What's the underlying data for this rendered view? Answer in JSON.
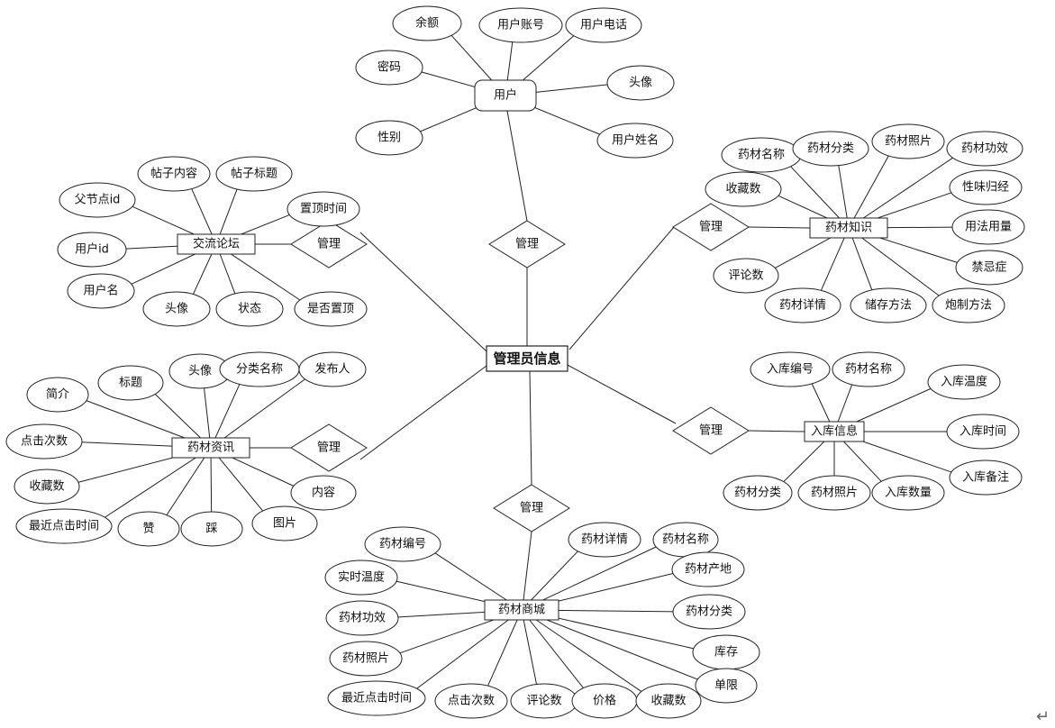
{
  "diagram": {
    "center": {
      "id": "admin",
      "label": "管理员信息"
    },
    "relationships": [
      {
        "id": "rel_user",
        "label": "管理"
      },
      {
        "id": "rel_forum",
        "label": "管理"
      },
      {
        "id": "rel_knowledge",
        "label": "管理"
      },
      {
        "id": "rel_news",
        "label": "管理"
      },
      {
        "id": "rel_stock",
        "label": "管理"
      },
      {
        "id": "rel_mall",
        "label": "管理"
      }
    ],
    "entities": [
      {
        "id": "user",
        "label": "用户",
        "rounded": true,
        "attributes": [
          "余额",
          "用户账号",
          "用户电话",
          "密码",
          "头像",
          "性别",
          "用户姓名"
        ]
      },
      {
        "id": "forum",
        "label": "交流论坛",
        "attributes": [
          "帖子内容",
          "帖子标题",
          "父节点id",
          "置顶时间",
          "用户id",
          "用户名",
          "头像",
          "状态",
          "是否置顶"
        ]
      },
      {
        "id": "knowledge",
        "label": "药材知识",
        "attributes": [
          "药材名称",
          "药材分类",
          "药材照片",
          "药材功效",
          "收藏数",
          "性味归经",
          "用法用量",
          "禁忌症",
          "评论数",
          "药材详情",
          "储存方法",
          "炮制方法"
        ]
      },
      {
        "id": "news",
        "label": "药材资讯",
        "attributes": [
          "简介",
          "标题",
          "头像",
          "分类名称",
          "发布人",
          "点击次数",
          "收藏数",
          "内容",
          "最近点击时间",
          "赞",
          "踩",
          "图片"
        ]
      },
      {
        "id": "stock",
        "label": "入库信息",
        "attributes": [
          "入库编号",
          "药材名称",
          "入库温度",
          "入库时间",
          "入库备注",
          "药材分类",
          "药材照片",
          "入库数量"
        ]
      },
      {
        "id": "mall",
        "label": "药材商城",
        "attributes": [
          "药材编号",
          "实时温度",
          "药材详情",
          "药材名称",
          "药材功效",
          "药材产地",
          "药材分类",
          "药材照片",
          "库存",
          "单限",
          "最近点击时间",
          "点击次数",
          "评论数",
          "价格",
          "收藏数"
        ]
      }
    ]
  }
}
